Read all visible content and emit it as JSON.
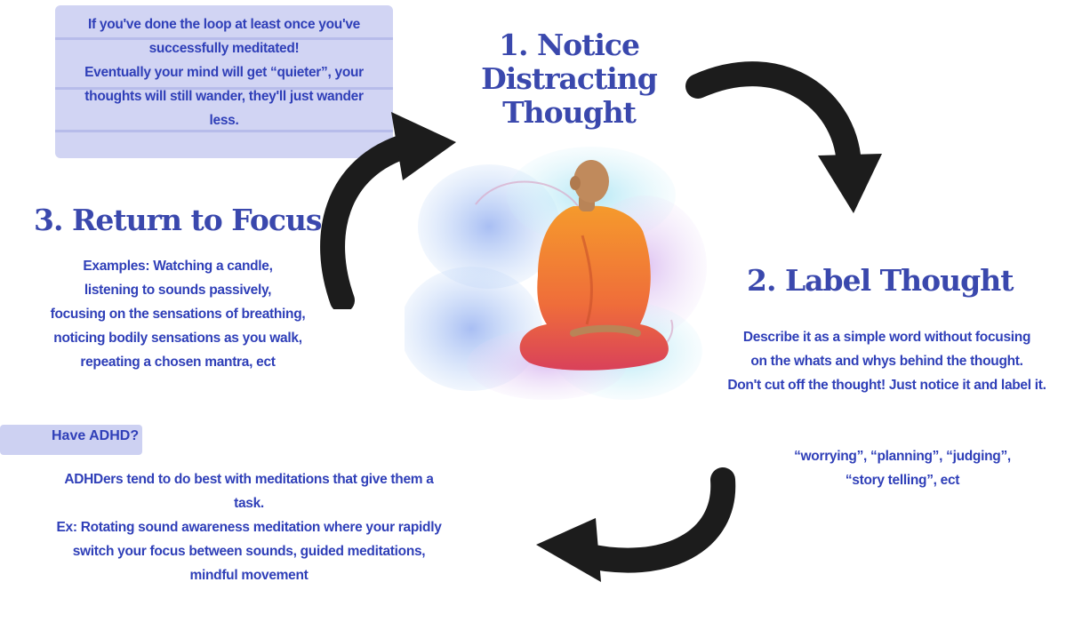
{
  "note": {
    "lines": [
      "If you've done the loop at least once  you've",
      "successfully meditated!",
      "Eventually your mind will get “quieter”, your",
      "thoughts will still wander, they'll just wander",
      "less."
    ]
  },
  "step1": {
    "lines": [
      "1. Notice",
      "Distracting",
      "Thought"
    ]
  },
  "step2": {
    "title": "2. Label Thought",
    "description": [
      "Describe it as a simple word without focusing",
      "on the whats and whys behind the thought.",
      "Don't cut off the thought! Just notice it and label it."
    ],
    "examples": [
      "“worrying”, “planning”, “judging”,",
      "“story telling”, ect"
    ]
  },
  "step3": {
    "title": "3. Return to Focus",
    "examples": [
      "Examples: Watching a candle,",
      "listening to sounds passively,",
      "focusing on the sensations of breathing,",
      "noticing bodily sensations as you walk,",
      "repeating a chosen mantra, ect"
    ]
  },
  "adhd": {
    "title": "Have ADHD?",
    "lines": [
      "ADHDers tend to do best with meditations that give them a",
      "task.",
      "Ex: Rotating sound awareness meditation where your rapidly",
      "switch your focus between sounds, guided meditations,",
      "mindful movement"
    ]
  },
  "colors": {
    "heading": "#3a48ad",
    "body_text": "#2f3fb8",
    "highlight": "#c9cdf1",
    "arrow": "#1c1c1c",
    "robe": "#f08a2a"
  },
  "illustration": "meditating-monk-watercolor",
  "icons": [
    "curved-arrow-icon"
  ]
}
